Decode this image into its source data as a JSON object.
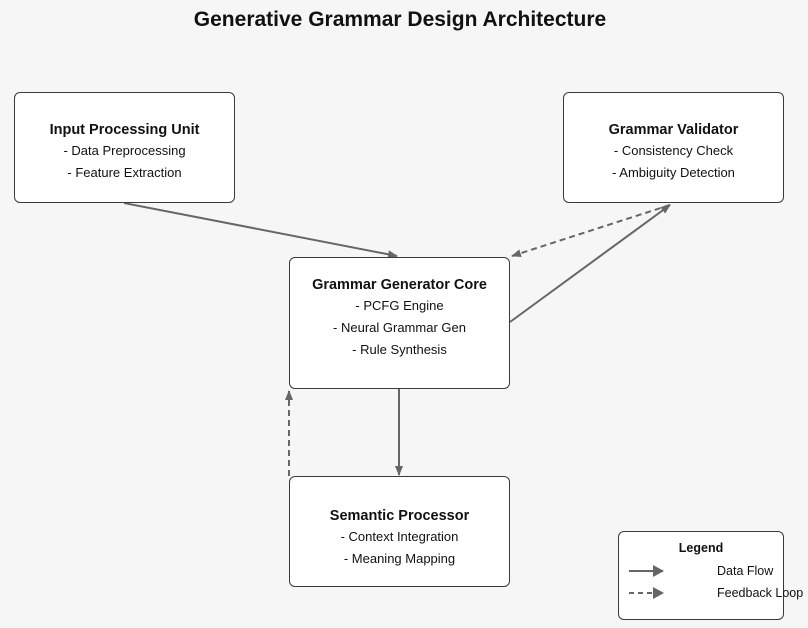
{
  "title": "Generative Grammar Design Architecture",
  "nodes": {
    "input": {
      "title": "Input Processing Unit",
      "items": [
        "- Data Preprocessing",
        "- Feature Extraction"
      ]
    },
    "validator": {
      "title": "Grammar Validator",
      "items": [
        "- Consistency Check",
        "- Ambiguity Detection"
      ]
    },
    "core": {
      "title": "Grammar Generator Core",
      "items": [
        "- PCFG Engine",
        "- Neural Grammar Gen",
        "- Rule Synthesis"
      ]
    },
    "semantic": {
      "title": "Semantic Processor",
      "items": [
        "- Context Integration",
        "- Meaning Mapping"
      ]
    }
  },
  "edges": [
    {
      "from": "input",
      "to": "core",
      "style": "solid"
    },
    {
      "from": "core",
      "to": "validator",
      "style": "solid"
    },
    {
      "from": "validator",
      "to": "core",
      "style": "dashed"
    },
    {
      "from": "core",
      "to": "semantic",
      "style": "solid"
    },
    {
      "from": "semantic",
      "to": "core",
      "style": "dashed"
    }
  ],
  "legend": {
    "title": "Legend",
    "data_flow": "Data Flow",
    "feedback_loop": "Feedback Loop"
  },
  "colors": {
    "edge": "#666666",
    "border": "#3a3a3a",
    "background": "#f6f6f6",
    "box": "#ffffff"
  }
}
